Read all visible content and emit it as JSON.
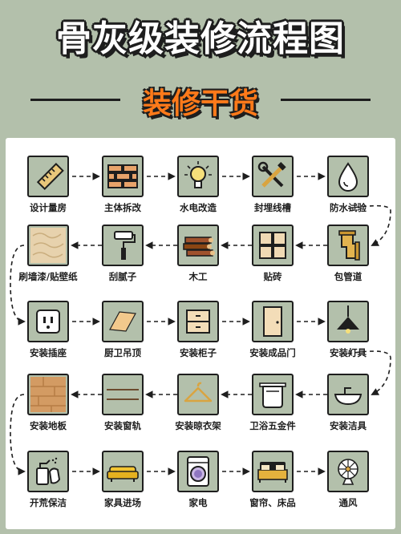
{
  "header": {
    "title": "骨灰级装修流程图",
    "subtitle": "装修干货"
  },
  "colors": {
    "background": "#b3c0ab",
    "title_text": "#ffffff",
    "subtitle_text": "#ff7a1a",
    "outline": "#1e1e1e",
    "panel": "#ffffff"
  },
  "steps": [
    {
      "label": "设计量房",
      "icon": "ruler-icon"
    },
    {
      "label": "主体拆改",
      "icon": "brick-wall-icon"
    },
    {
      "label": "水电改造",
      "icon": "light-bulb-icon"
    },
    {
      "label": "封埋线槽",
      "icon": "tools-icon"
    },
    {
      "label": "防水试验",
      "icon": "water-drop-icon"
    },
    {
      "label": "包管道",
      "icon": "pipe-icon"
    },
    {
      "label": "贴砖",
      "icon": "tiles-icon"
    },
    {
      "label": "木工",
      "icon": "wood-planks-icon"
    },
    {
      "label": "刮腻子",
      "icon": "paint-roller-icon"
    },
    {
      "label": "刷墙漆/贴壁纸",
      "icon": "wall-texture-icon"
    },
    {
      "label": "安装插座",
      "icon": "socket-icon"
    },
    {
      "label": "厨卫吊顶",
      "icon": "ceiling-panel-icon"
    },
    {
      "label": "安装柜子",
      "icon": "cabinet-icon"
    },
    {
      "label": "安装成品门",
      "icon": "door-icon"
    },
    {
      "label": "安装灯具",
      "icon": "pendant-lamp-icon"
    },
    {
      "label": "安装洁具",
      "icon": "wash-basin-icon"
    },
    {
      "label": "卫浴五金件",
      "icon": "towel-rack-icon"
    },
    {
      "label": "安装晾衣架",
      "icon": "hanger-icon"
    },
    {
      "label": "安装窗轨",
      "icon": "curtain-rail-icon"
    },
    {
      "label": "安装地板",
      "icon": "wood-floor-icon"
    },
    {
      "label": "开荒保洁",
      "icon": "cleaning-spray-icon"
    },
    {
      "label": "家具进场",
      "icon": "sofa-icon"
    },
    {
      "label": "家电",
      "icon": "washing-machine-icon"
    },
    {
      "label": "窗帘、床品",
      "icon": "bed-icon"
    },
    {
      "label": "通风",
      "icon": "fan-icon"
    }
  ]
}
